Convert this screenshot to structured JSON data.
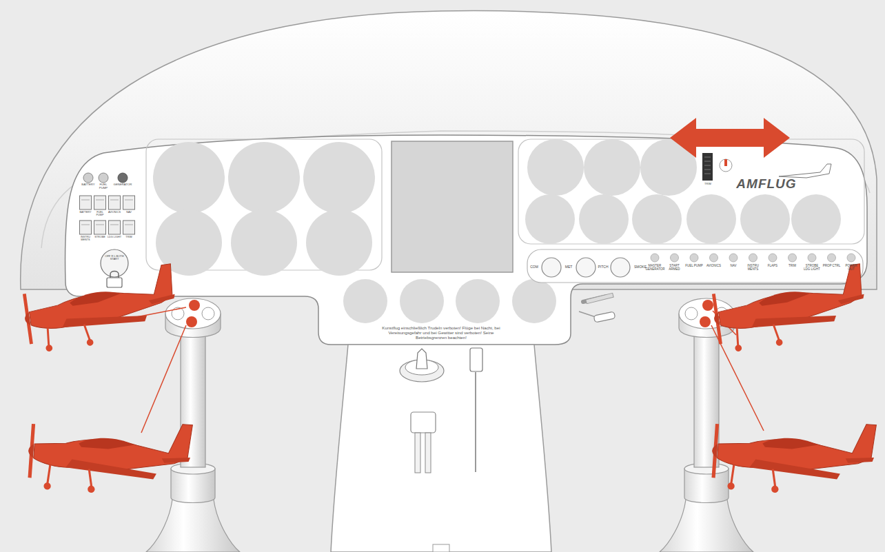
{
  "diagram": {
    "labels": [
      "BATTERY",
      "FUEL PUMP",
      "GENERATOR",
      "BATTERY",
      "FUEL PUMP",
      "AVIONICS",
      "NAV",
      "INSTRU MENTS",
      "STROBE",
      "LDG LIGHT",
      "TRIM",
      "OFF R L BOTH START",
      "COM",
      "MET",
      "PITCH",
      "SMOKE",
      "MASTER GENERATOR",
      "START ARMED",
      "FUEL PUMP",
      "AVIONICS",
      "NAV",
      "INSTRU MENTS",
      "FLAPS",
      "TRIM",
      "STROBE LDG LIGHT",
      "PROP CTRL",
      "POWER OUT",
      "TRIM",
      "AMFLUG",
      "Kunstflug einschließlich Trudeln verboten! Flüge bei Nacht, bei Vereisungsgefahr und bei Gewitter sind verboten! Seine Betriebsgrenzen beachten!"
    ]
  }
}
